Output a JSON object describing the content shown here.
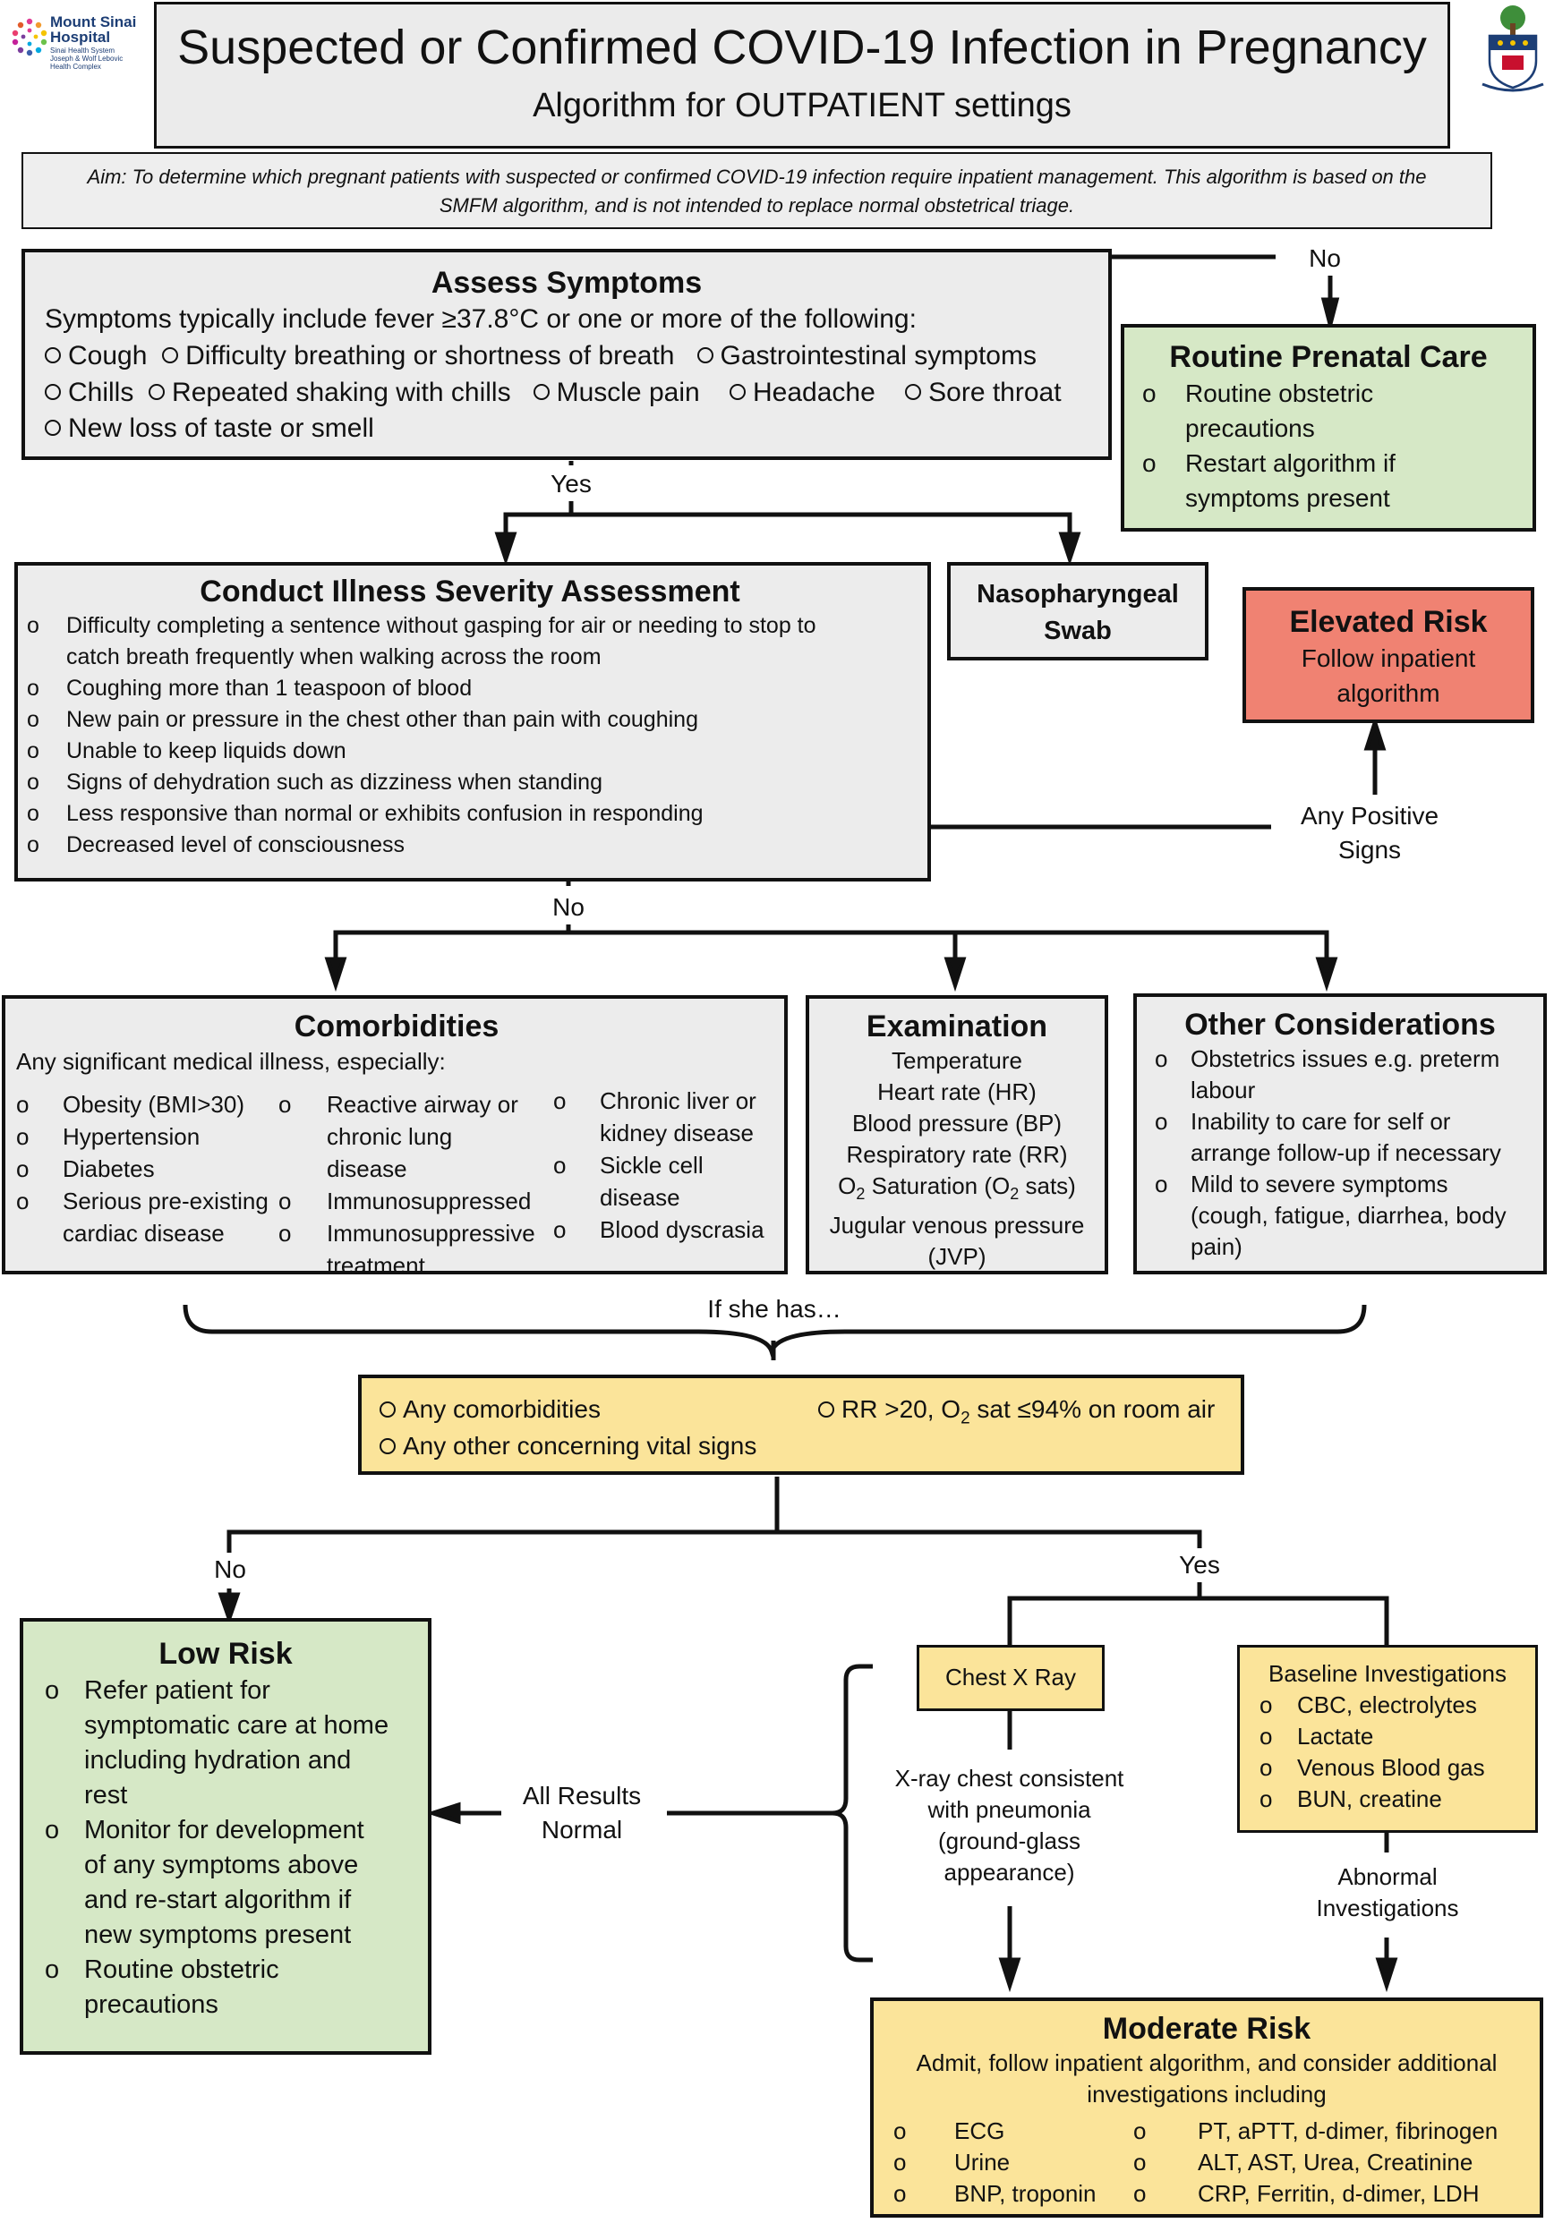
{
  "header": {
    "title": "Suspected or Confirmed COVID-19 Infection in Pregnancy",
    "subtitle": "Algorithm for OUTPATIENT settings",
    "logo_left": {
      "name": "Mount Sinai Hospital",
      "line1": "Mount Sinai",
      "line2": "Hospital",
      "line3": "Sinai Health System",
      "line4": "Joseph & Wolf Lebovic",
      "line5": "Health Complex"
    },
    "logo_right": "university-crest"
  },
  "aim": {
    "line1": "Aim: To determine which pregnant patients with suspected or confirmed COVID-19 infection require inpatient management. This algorithm is based on the",
    "line2": "SMFM algorithm, and is not intended to replace normal obstetrical triage."
  },
  "assess": {
    "title": "Assess Symptoms",
    "intro": "Symptoms typically include fever ≥37.8°C or one or more of the following:",
    "row1": [
      "Cough",
      "Difficulty breathing or shortness of breath",
      "Gastrointestinal symptoms"
    ],
    "row2": [
      "Chills",
      "Repeated shaking with chills",
      "Muscle pain",
      "Headache",
      "Sore throat"
    ],
    "row3": [
      "New loss of taste or smell"
    ]
  },
  "labels": {
    "no_top": "No",
    "yes_top": "Yes",
    "no_mid": "No",
    "any_positive_1": "Any Positive",
    "any_positive_2": "Signs",
    "if_she_has": "If she has…",
    "no_low": "No",
    "yes_low": "Yes",
    "all_results_1": "All Results",
    "all_results_2": "Normal",
    "xray_text": [
      "X-ray chest consistent",
      "with pneumonia",
      "(ground-glass",
      "appearance)"
    ],
    "abnormal_1": "Abnormal",
    "abnormal_2": "Investigations"
  },
  "routine": {
    "title": "Routine Prenatal Care",
    "items": [
      [
        "Routine obstetric",
        "precautions"
      ],
      [
        "Restart algorithm if",
        "symptoms present"
      ]
    ]
  },
  "severity": {
    "title": "Conduct Illness Severity Assessment",
    "items": [
      [
        "Difficulty completing a sentence without gasping for air or needing to stop to",
        "catch breath frequently when walking across the room"
      ],
      [
        "Coughing more than 1 teaspoon of blood"
      ],
      [
        "New pain or pressure in the chest other than pain with coughing"
      ],
      [
        "Unable to keep liquids down"
      ],
      [
        "Signs of dehydration such as dizziness when standing"
      ],
      [
        "Less responsive than normal or exhibits confusion in responding"
      ],
      [
        "Decreased level of consciousness"
      ]
    ]
  },
  "swab": {
    "line1": "Nasopharyngeal",
    "line2": "Swab"
  },
  "elevated": {
    "title": "Elevated Risk",
    "line1": "Follow inpatient",
    "line2": "algorithm"
  },
  "comorb": {
    "title": "Comorbidities",
    "intro": "Any significant medical illness, especially:",
    "col1": [
      [
        "Obesity (BMI>30)"
      ],
      [
        "Hypertension"
      ],
      [
        "Diabetes"
      ],
      [
        "Serious pre-existing",
        "cardiac disease"
      ]
    ],
    "col2": [
      [
        "Reactive airway or",
        "chronic lung disease"
      ],
      [
        "Immunosuppressed"
      ],
      [
        "Immunosuppressive",
        "treatment"
      ]
    ],
    "col3": [
      [
        "Chronic liver or",
        "kidney disease"
      ],
      [
        "Sickle cell disease"
      ],
      [
        "Blood dyscrasia"
      ]
    ]
  },
  "exam": {
    "title": "Examination",
    "lines": [
      "Temperature",
      "Heart rate (HR)",
      "Blood pressure (BP)",
      "Respiratory rate (RR)"
    ],
    "o2_a": "O",
    "o2_sub": "2",
    "o2_b": " Saturation (O",
    "o2_c": " sats)",
    "jvp1": "Jugular venous pressure",
    "jvp2": "(JVP)"
  },
  "other": {
    "title": "Other Considerations",
    "items": [
      [
        "Obstetrics issues e.g. preterm",
        "labour"
      ],
      [
        "Inability to care for self or",
        "arrange follow-up if necessary"
      ],
      [
        "Mild to severe symptoms",
        "(cough, fatigue, diarrhea, body",
        "pain)"
      ]
    ]
  },
  "criteria": {
    "a": "Any comorbidities",
    "b_pre": "RR >20, O",
    "b_sub": "2",
    "b_post": " sat ≤94% on room air",
    "c": "Any other concerning vital signs"
  },
  "low": {
    "title": "Low Risk",
    "items": [
      [
        "Refer patient for",
        "symptomatic care at home",
        "including hydration and",
        "rest"
      ],
      [
        "Monitor for development",
        "of any symptoms above",
        "and re-start algorithm if",
        "new symptoms present"
      ],
      [
        "Routine obstetric",
        "precautions"
      ]
    ]
  },
  "xray": {
    "label": "Chest X Ray"
  },
  "baseline": {
    "title": "Baseline Investigations",
    "items": [
      "CBC, electrolytes",
      "Lactate",
      "Venous Blood gas",
      "BUN, creatine"
    ]
  },
  "moderate": {
    "title": "Moderate Risk",
    "line1": "Admit, follow inpatient algorithm, and consider additional",
    "line2": "investigations including",
    "col1": [
      "ECG",
      "Urine",
      "BNP, troponin"
    ],
    "col2": [
      "PT, aPTT, d-dimer, fibrinogen",
      "ALT, AST, Urea, Creatinine",
      "CRP, Ferritin, d-dimer, LDH"
    ]
  },
  "bullet": "o"
}
